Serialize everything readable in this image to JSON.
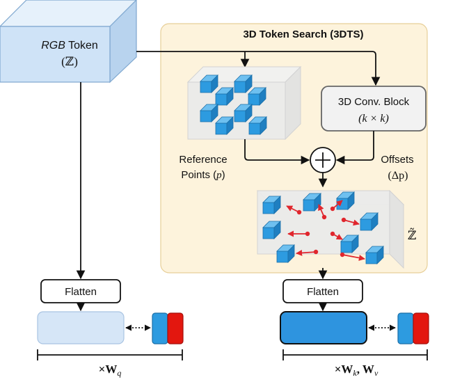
{
  "rgb_token": {
    "title_italic": "RGB",
    "title_rest": " Token",
    "symbol": "(ℤ)"
  },
  "search_module": {
    "title": "3D Token Search (3DTS)",
    "conv_block_line1": "3D Conv. Block",
    "conv_block_line2": "(k × k)",
    "reference_line1": "Reference",
    "reference_line2_text": "Points (",
    "reference_line2_var": "p",
    "reference_line2_end": ")",
    "offsets_line1": "Offsets",
    "offsets_line2": "(Δp)",
    "output_symbol": "ℤ̃"
  },
  "left_branch": {
    "flatten_label": "Flatten",
    "weight_label": "×W",
    "weight_sub": "q"
  },
  "right_branch": {
    "flatten_label": "Flatten",
    "weight_label": "×W",
    "weight_sub1": "k",
    "weight_sep": ", W",
    "weight_sub2": "v"
  },
  "colors": {
    "panel_bg": "#fdf3dc",
    "token_face": "#cfe3f7",
    "cube_blue": "#2d9be0",
    "token_red": "#e3170f",
    "offset_arrow": "#e0262d",
    "left_vector": "#d6e6f7",
    "right_vector": "#2e94df"
  }
}
